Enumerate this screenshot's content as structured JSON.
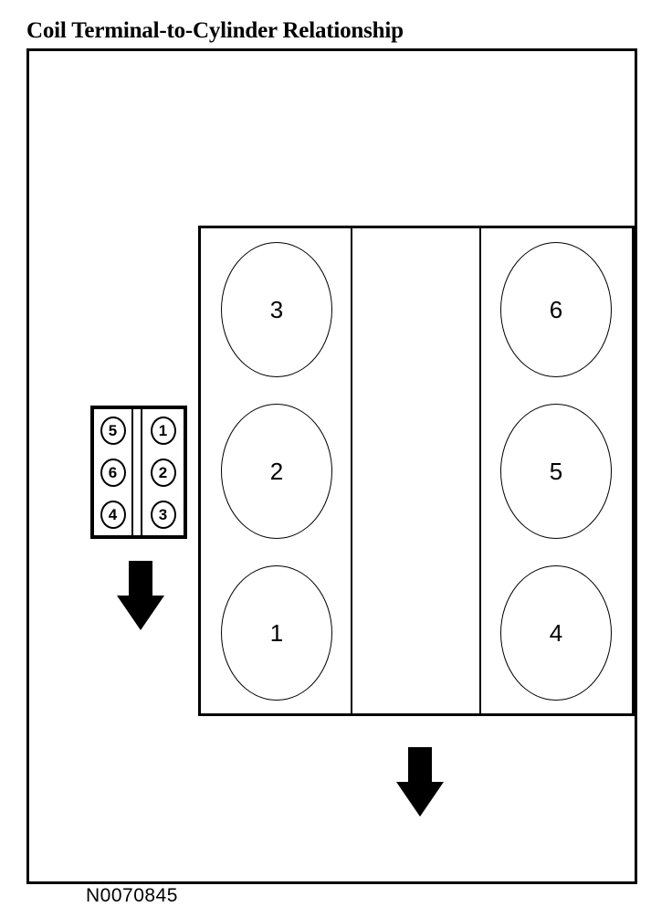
{
  "figure": {
    "title": "Coil Terminal-to-Cylinder Relationship",
    "id_label": "N0070845"
  },
  "coil_pack": {
    "name": "coil-pack",
    "left_column_label": "coil-terminals-left",
    "right_column_label": "coil-terminals-right",
    "left_terminals": [
      "5",
      "6",
      "4"
    ],
    "right_terminals": [
      "1",
      "2",
      "3"
    ]
  },
  "engine_block": {
    "name": "engine-block",
    "left_bank_label": "cylinder-bank-left",
    "right_bank_label": "cylinder-bank-right",
    "left_bank_cylinders": [
      "3",
      "2",
      "1"
    ],
    "right_bank_cylinders": [
      "6",
      "5",
      "4"
    ]
  },
  "arrows": [
    {
      "name": "coil-pack-direction-arrow",
      "direction": "down"
    },
    {
      "name": "engine-block-direction-arrow",
      "direction": "down"
    }
  ],
  "colors": {
    "ink": "#000000",
    "paper": "#ffffff"
  }
}
